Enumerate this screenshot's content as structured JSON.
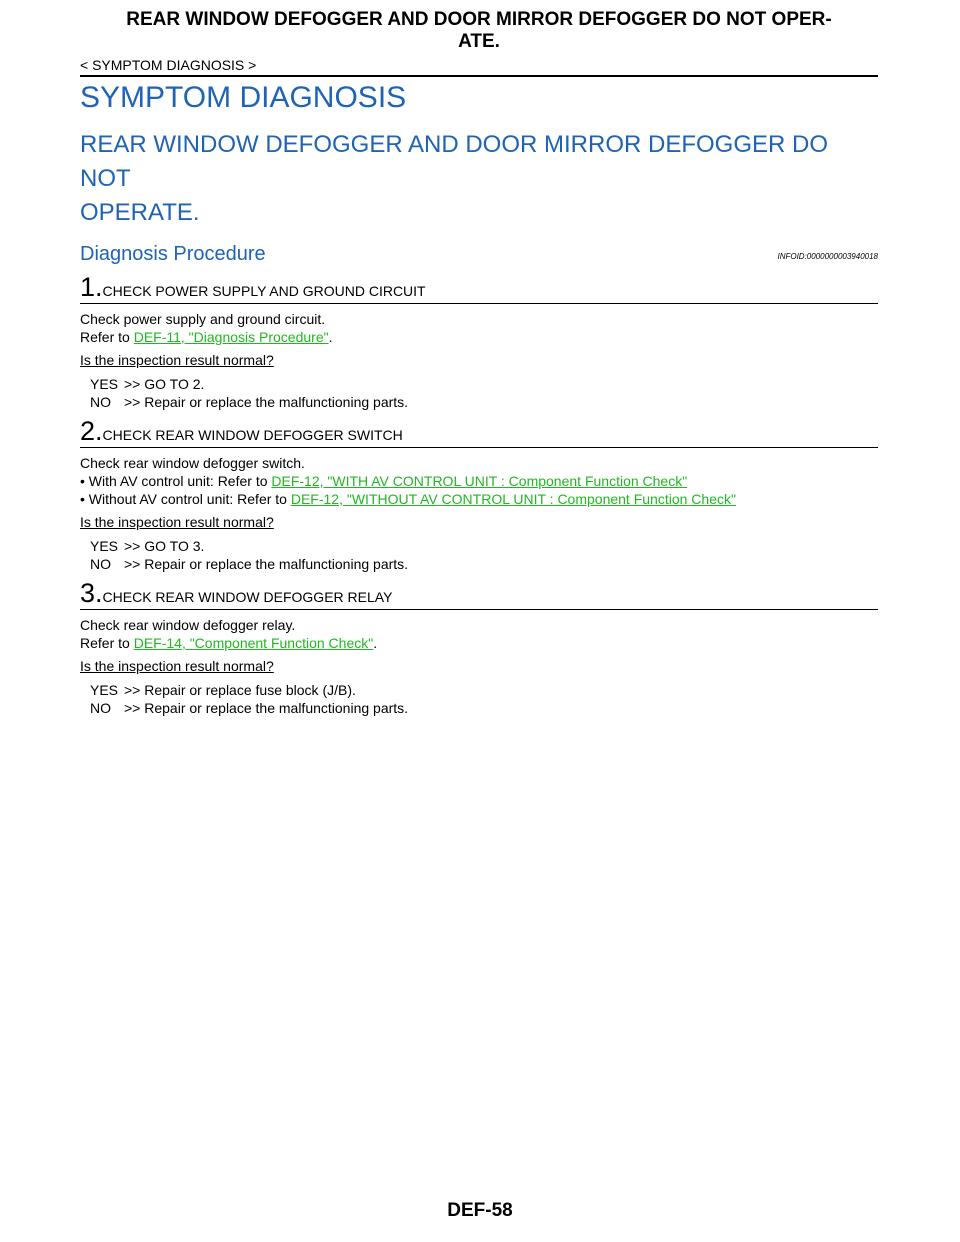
{
  "header": {
    "title_line1": "REAR WINDOW DEFOGGER AND DOOR MIRROR DEFOGGER DO NOT OPER-",
    "title_line2": "ATE.",
    "breadcrumb": "< SYMPTOM DIAGNOSIS >"
  },
  "section_title": "SYMPTOM DIAGNOSIS",
  "subtitle_line1": "REAR WINDOW DEFOGGER AND DOOR MIRROR DEFOGGER DO NOT",
  "subtitle_line2": "OPERATE.",
  "procedure": {
    "title": "Diagnosis Procedure",
    "infoid": "INFOID:0000000003940018"
  },
  "steps": [
    {
      "num": "1.",
      "label": "CHECK POWER SUPPLY AND GROUND CIRCUIT",
      "line1": "Check power supply and ground circuit.",
      "refer_prefix": "Refer to ",
      "refer_link": "DEF-11, \"Diagnosis Procedure\"",
      "refer_suffix": ".",
      "question": "Is the inspection result normal?",
      "yes_key": "YES",
      "yes_text": ">> GO TO 2.",
      "no_key": "NO",
      "no_text": ">> Repair or replace the malfunctioning parts."
    },
    {
      "num": "2.",
      "label": "CHECK REAR WINDOW DEFOGGER SWITCH",
      "line1": "Check rear window defogger switch.",
      "bullet1_prefix": "• With AV control unit: Refer to ",
      "bullet1_link": "DEF-12, \"WITH AV CONTROL UNIT : Component Function Check\"",
      "bullet2_prefix": "• Without AV control unit: Refer to ",
      "bullet2_link": "DEF-12, \"WITHOUT AV CONTROL UNIT : Component Function Check\"",
      "question": "Is the inspection result normal?",
      "yes_key": "YES",
      "yes_text": ">> GO TO 3.",
      "no_key": "NO",
      "no_text": ">> Repair or replace the malfunctioning parts."
    },
    {
      "num": "3.",
      "label": "CHECK REAR WINDOW DEFOGGER RELAY",
      "line1": "Check rear window defogger relay.",
      "refer_prefix": "Refer to ",
      "refer_link": "DEF-14, \"Component Function Check\"",
      "refer_suffix": ".",
      "question": "Is the inspection result normal?",
      "yes_key": "YES",
      "yes_text": ">> Repair or replace fuse block (J/B).",
      "no_key": "NO",
      "no_text": ">> Repair or replace the malfunctioning parts."
    }
  ],
  "footer": {
    "page": "DEF-58"
  }
}
